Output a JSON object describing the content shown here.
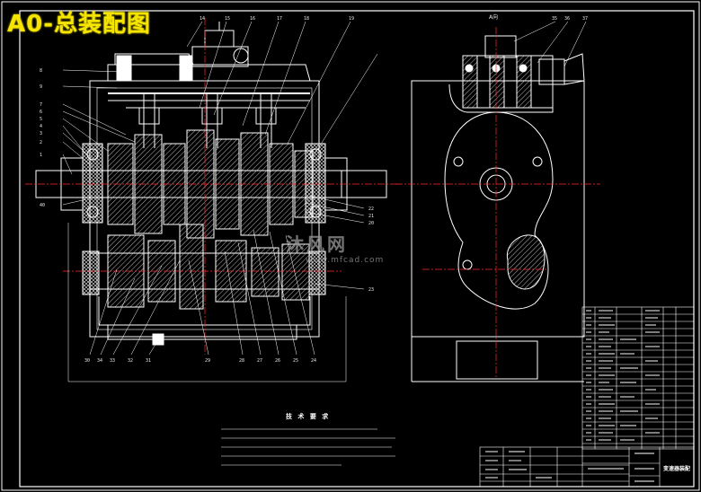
{
  "title": "A0-总装配图",
  "watermark": {
    "main": "沐风网",
    "sub": "www.mfcad.com"
  },
  "section_view_label": "A向",
  "technical_requirements_title": "技 术 要 求",
  "drawing_name": "变速器装配",
  "colors": {
    "background": "#000000",
    "line": "#ffffff",
    "hatch": "#e8e8e8",
    "title": "#f5e400",
    "center_line": "#ff2a2a",
    "leader": "#ffffff"
  },
  "part_numbers_top": [
    "14",
    "15",
    "16",
    "17",
    "18",
    "19"
  ],
  "part_numbers_left": [
    "8",
    "9",
    "7",
    "6",
    "5",
    "4",
    "3",
    "2",
    "1",
    "40"
  ],
  "part_numbers_right": [
    "22",
    "21",
    "20",
    "23"
  ],
  "part_numbers_bottom": [
    "30",
    "34",
    "33",
    "32",
    "31",
    "29",
    "28",
    "27",
    "26",
    "25",
    "24"
  ],
  "side_view_part_numbers": [
    "35",
    "36",
    "37"
  ]
}
